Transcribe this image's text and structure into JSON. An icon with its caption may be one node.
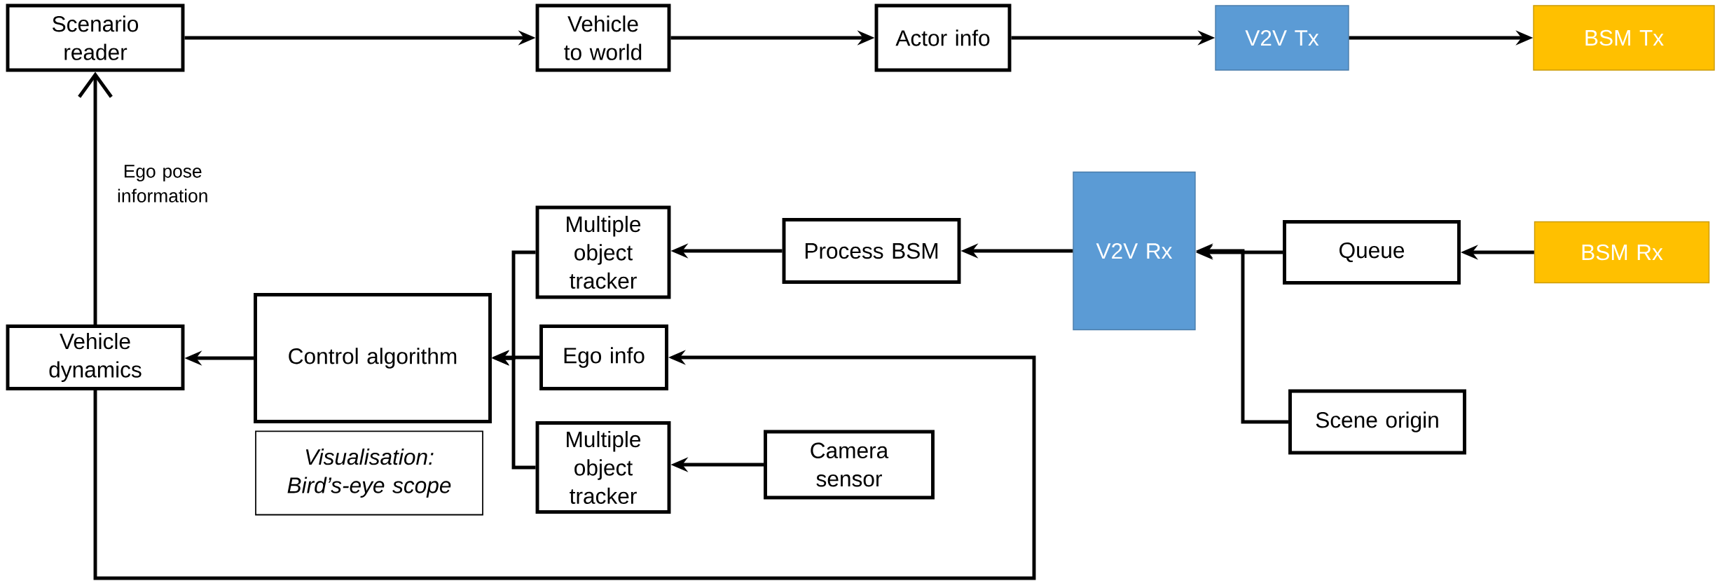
{
  "diagram": {
    "nodes": [
      {
        "text": [
          "Scenario reader"
        ]
      },
      {
        "text": [
          "Vehicle to world"
        ]
      },
      {
        "text": [
          "Actor info"
        ]
      },
      {
        "text": [
          "V2V Tx"
        ]
      },
      {
        "text": [
          "BSM Tx"
        ]
      },
      {
        "text": [
          "V2V Rx"
        ]
      },
      {
        "text": [
          "Queue"
        ]
      },
      {
        "text": [
          "BSM Rx"
        ]
      },
      {
        "text": [
          "Multiple object tracker"
        ]
      },
      {
        "text": [
          "Process BSM"
        ]
      },
      {
        "text": [
          "Vehicle dynamics"
        ]
      },
      {
        "text": [
          "Control algorithm"
        ]
      },
      {
        "text": [
          "Ego info"
        ]
      },
      {
        "text": [
          "Scene origin"
        ]
      },
      {
        "text": [
          "Visualisation: Bird’s-eye scope"
        ]
      },
      {
        "text": [
          "Multiple object tracker"
        ]
      },
      {
        "text": [
          "Camera sensor"
        ]
      }
    ],
    "edges": [
      {
        "from": 0,
        "to": 1,
        "arrow": "to"
      },
      {
        "from": 1,
        "to": 2,
        "arrow": "to"
      },
      {
        "from": 2,
        "to": 3,
        "arrow": "to"
      },
      {
        "from": 3,
        "to": 4,
        "arrow": "to"
      },
      {
        "from": 10,
        "to": 0,
        "arrow": "to",
        "label": "Ego pose information"
      },
      {
        "from": 7,
        "to": 6,
        "arrow": "to"
      },
      {
        "from": 6,
        "to": 5,
        "arrow": "to"
      },
      {
        "from": 13,
        "to": 5,
        "arrow": "to"
      },
      {
        "from": 5,
        "to": 9,
        "arrow": "to"
      },
      {
        "from": 9,
        "to": 8,
        "arrow": "to"
      },
      {
        "from": 8,
        "to": 11,
        "arrow": "to"
      },
      {
        "from": 12,
        "to": 11,
        "arrow": "to"
      },
      {
        "from": 15,
        "to": 11,
        "arrow": "to"
      },
      {
        "from": 16,
        "to": 15,
        "arrow": "to"
      },
      {
        "from": 11,
        "to": 10,
        "arrow": "to"
      },
      {
        "from": 10,
        "to": 12,
        "arrow": "to"
      }
    ]
  }
}
